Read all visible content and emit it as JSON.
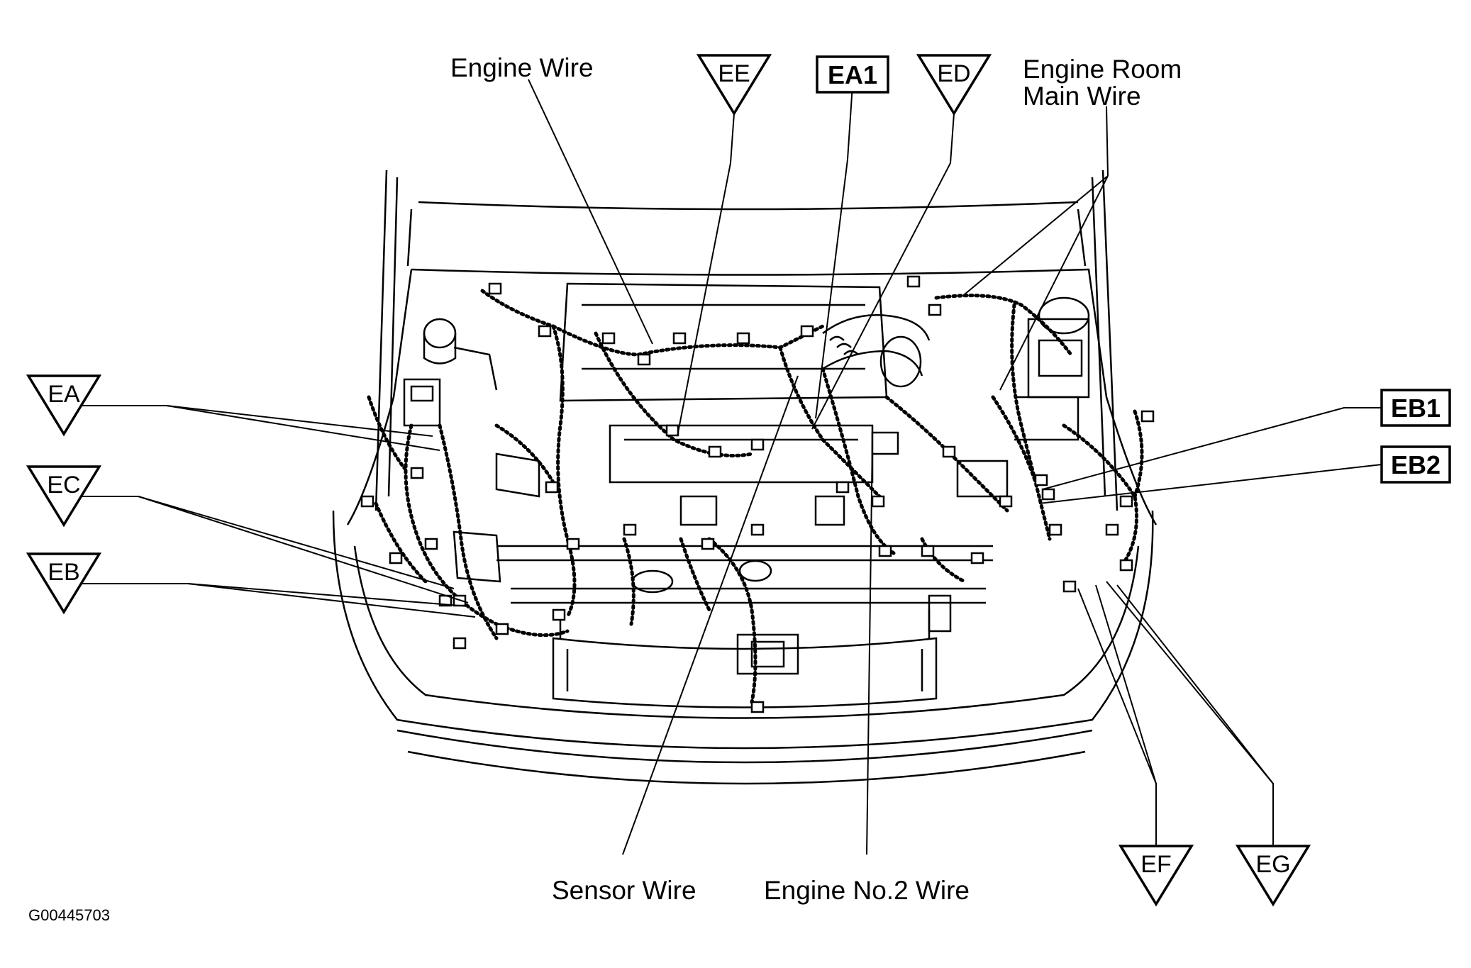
{
  "labels": {
    "engine_wire": "Engine Wire",
    "engine_room_line1": "Engine Room",
    "engine_room_line2": "Main Wire",
    "sensor_wire": "Sensor Wire",
    "engine_no2_wire": "Engine No.2 Wire"
  },
  "connectors": {
    "ee": "EE",
    "ea1": "EA1",
    "ed": "ED",
    "ea": "EA",
    "ec": "EC",
    "eb": "EB",
    "eb1": "EB1",
    "eb2": "EB2",
    "ef": "EF",
    "eg": "EG"
  },
  "figure_id": "G00445703",
  "colors": {
    "line": "#000000",
    "background": "#ffffff"
  }
}
